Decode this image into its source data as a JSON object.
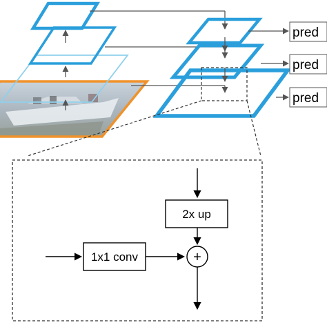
{
  "figure": {
    "pyramid_outputs": [
      {
        "label": "pred"
      },
      {
        "label": "pred"
      },
      {
        "label": "pred"
      }
    ],
    "detail_block": {
      "upsample_label": "2x up",
      "lateral_conv_label": "1x1 conv",
      "merge_symbol": "+"
    }
  },
  "colors": {
    "pyramid_blue": "#2a9fdc",
    "image_border_orange": "#f0922b",
    "arrow_gray": "#555555",
    "box_stroke": "#000000"
  }
}
